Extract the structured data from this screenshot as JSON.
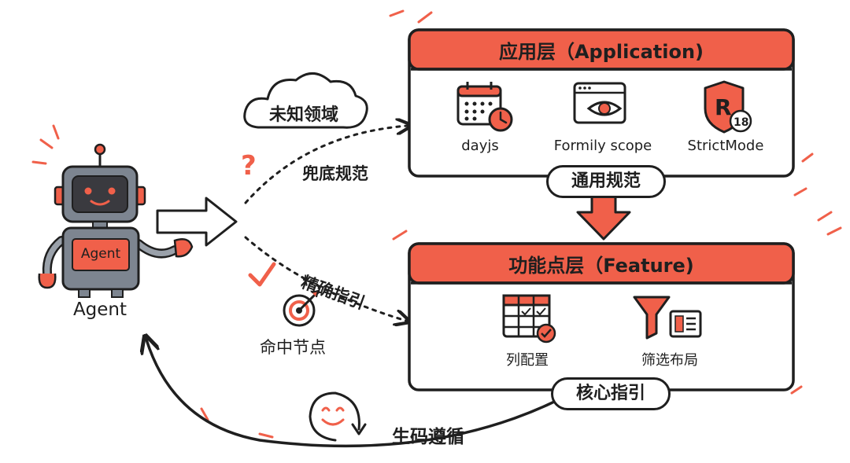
{
  "agent": {
    "label": "Agent",
    "badge": "Agent"
  },
  "cloud": {
    "label": "未知领域"
  },
  "arrows": {
    "fallback": "兜底规范",
    "precise": "精确指引",
    "hit_node": "命中节点",
    "follow": "生码遵循"
  },
  "app_layer": {
    "title": "应用层（Application)",
    "items": [
      {
        "label": "dayjs",
        "icon": "calendar-clock-icon"
      },
      {
        "label": "Formily scope",
        "icon": "window-eye-icon"
      },
      {
        "label": "StrictMode",
        "icon": "shield-r-18-icon",
        "badge_letter": "R",
        "badge_number": "18"
      }
    ],
    "pill": "通用规范"
  },
  "feature_layer": {
    "title": "功能点层（Feature)",
    "items": [
      {
        "label": "列配置",
        "icon": "table-check-icon"
      },
      {
        "label": "筛选布局",
        "icon": "funnel-layout-icon"
      }
    ],
    "pill": "核心指引"
  },
  "colors": {
    "accent": "#f0604a",
    "ink": "#1f1f1f",
    "robot_gray": "#7d8590",
    "background": "#ffffff"
  }
}
